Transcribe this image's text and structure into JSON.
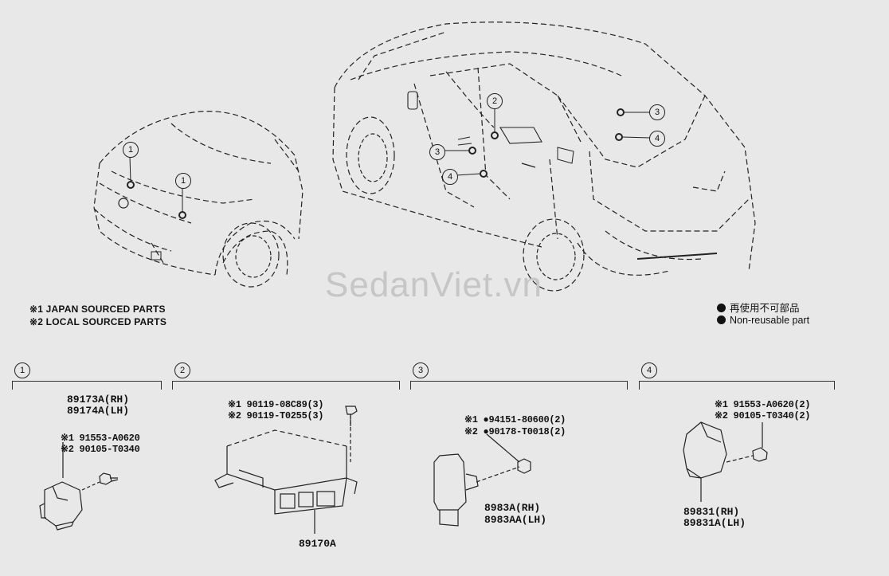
{
  "notes": {
    "japan": "※1 JAPAN SOURCED PARTS",
    "local": "※2 LOCAL SOURCED PARTS"
  },
  "legend": {
    "jp": "再使用不可部品",
    "en": "Non-reusable part"
  },
  "watermark": "SedanViet.vn",
  "callouts": [
    "1",
    "2",
    "3",
    "4"
  ],
  "sections": [
    {
      "number": "1",
      "parts": [
        "89173A(RH)",
        "89174A(LH)"
      ],
      "bolts": [
        "※1 91553-A0620",
        "※2 90105-T0340"
      ]
    },
    {
      "number": "2",
      "parts": [
        "89170A"
      ],
      "bolts": [
        "※1 90119-08C89(3)",
        "※2 90119-T0255(3)"
      ]
    },
    {
      "number": "3",
      "parts": [
        "8983A(RH)",
        "8983AA(LH)"
      ],
      "bolts": [
        "※1 ●94151-80600(2)",
        "※2 ●90178-T0018(2)"
      ]
    },
    {
      "number": "4",
      "parts": [
        "89831(RH)",
        "89831A(LH)"
      ],
      "bolts": [
        "※1 91553-A0620(2)",
        "※2 90105-T0340(2)"
      ]
    }
  ]
}
